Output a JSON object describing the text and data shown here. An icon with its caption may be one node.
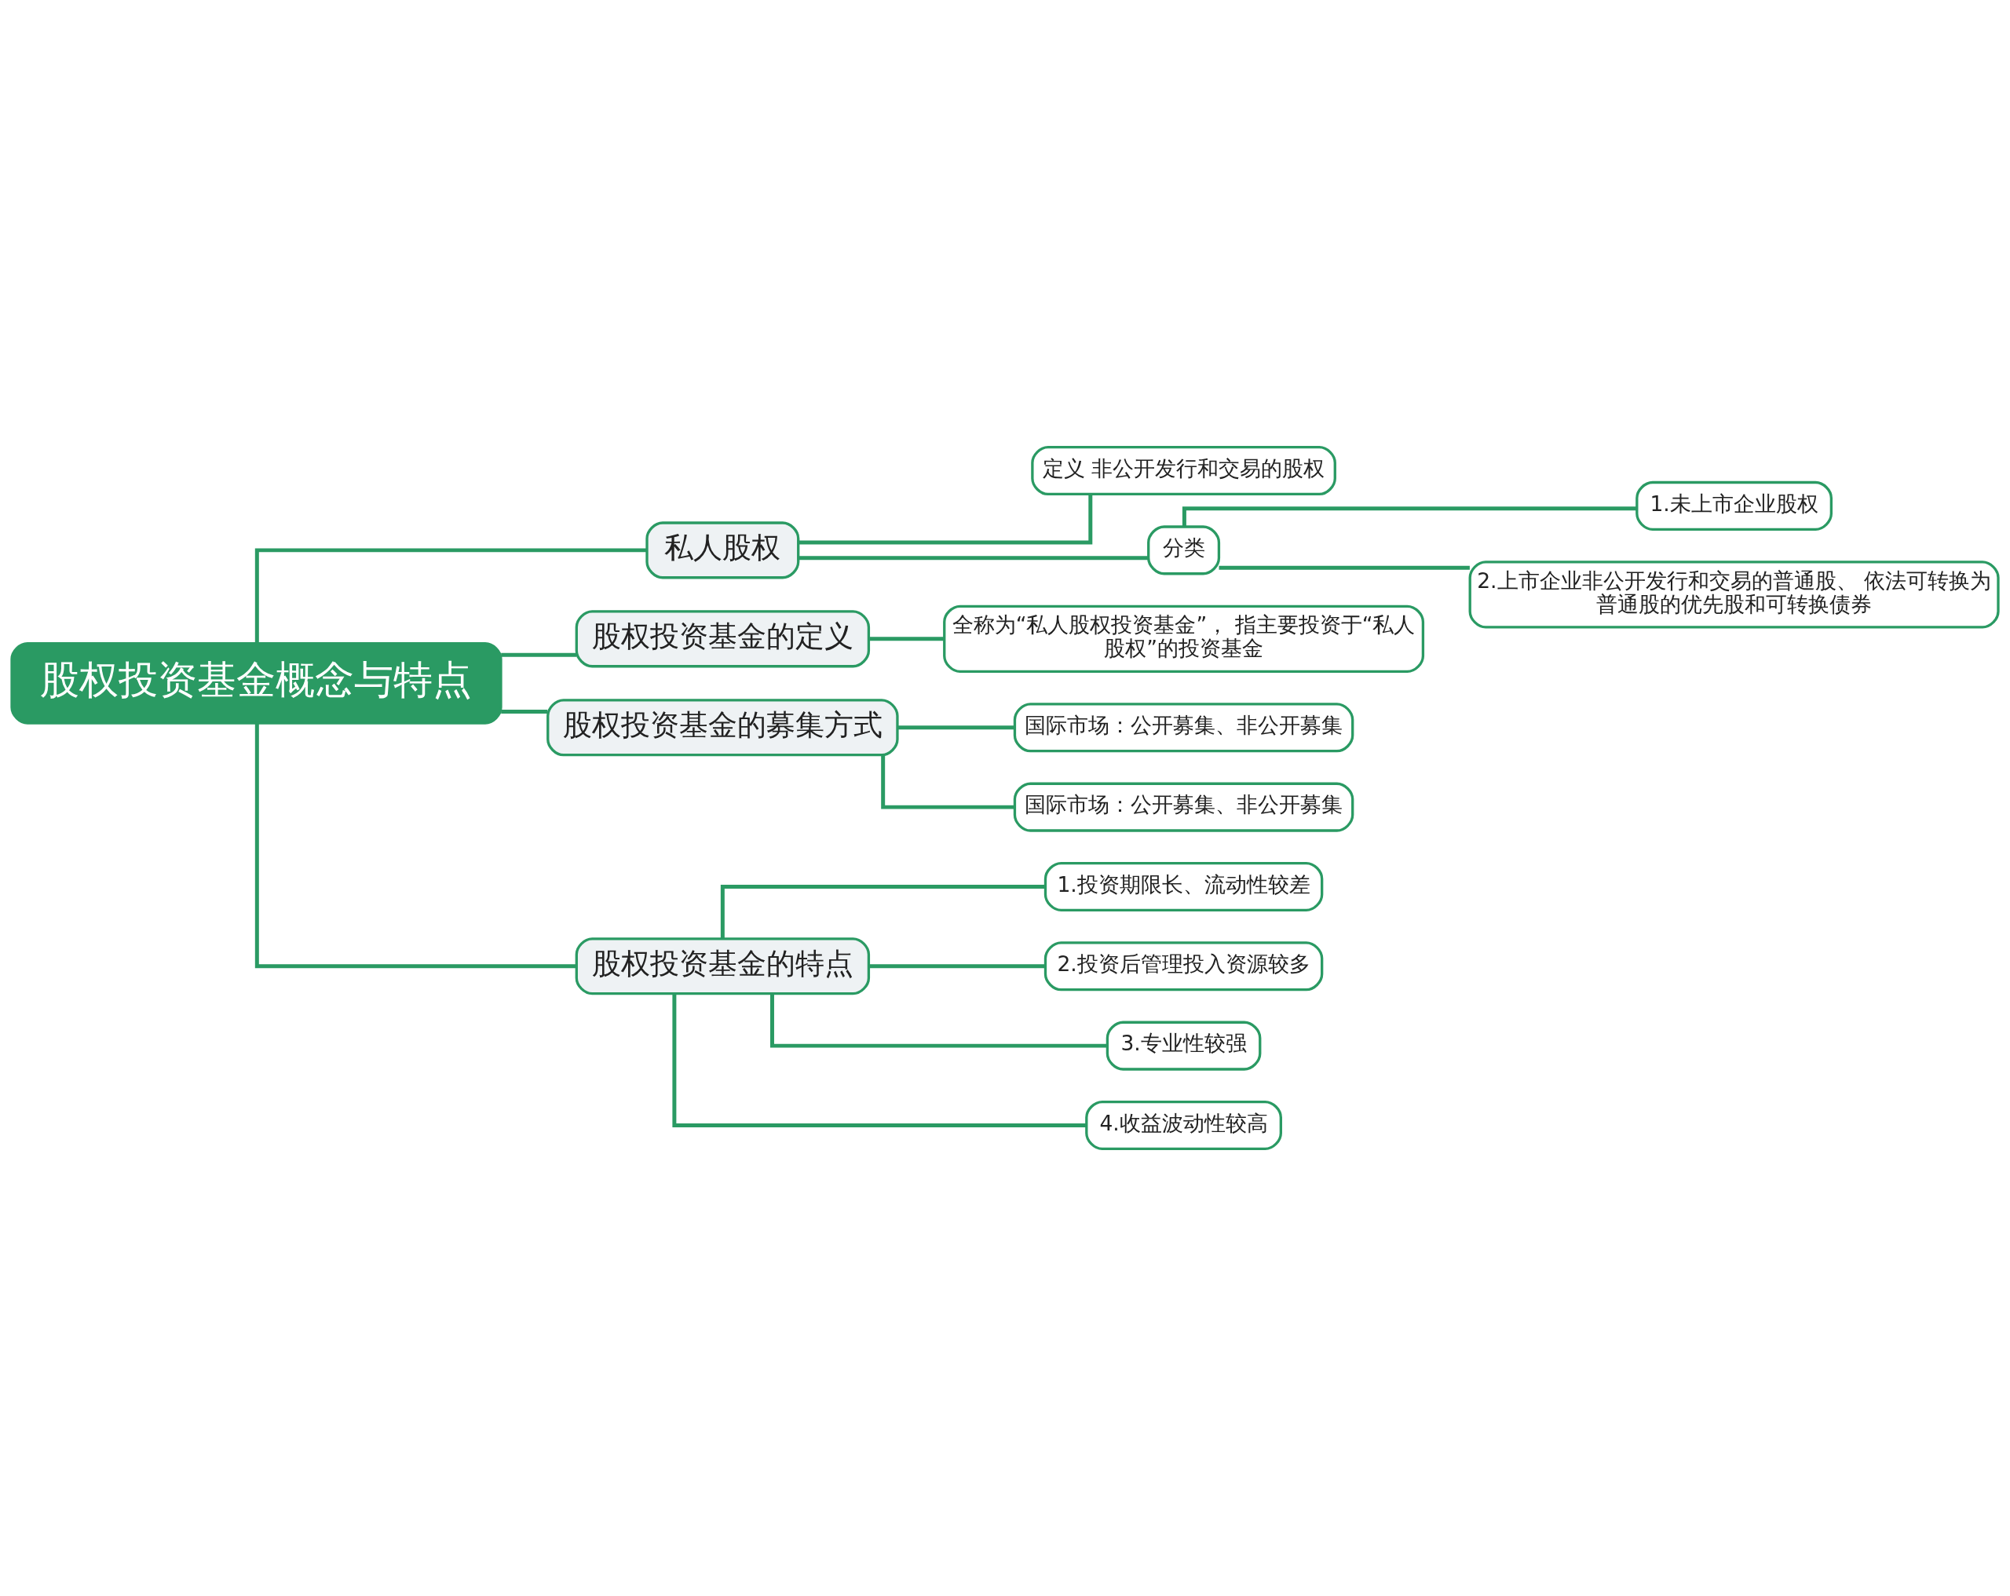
{
  "diagram": {
    "nodes": [
      {
        "text": [
          "股权投资基金概念与特点"
        ]
      },
      {
        "text": [
          "私人股权"
        ]
      },
      {
        "text": [
          "定义 非公开发行和交易的股权"
        ]
      },
      {
        "text": [
          "分类"
        ]
      },
      {
        "text": [
          "1.未上市企业股权"
        ]
      },
      {
        "text": [
          "2.上市企业非公开发行和交易的普通股、 依法可转换为普通股的优先股和可转换债券"
        ]
      },
      {
        "text": [
          "股权投资基金的定义"
        ]
      },
      {
        "text": [
          "全称为“私人股权投资基金”， 指主要投资于“私人股权”的投资基金"
        ]
      },
      {
        "text": [
          "股权投资基金的募集方式"
        ]
      },
      {
        "text": [
          "国际市场：公开募集、非公开募集"
        ]
      },
      {
        "text": [
          "国际市场：公开募集、非公开募集"
        ]
      },
      {
        "text": [
          "股权投资基金的特点"
        ]
      },
      {
        "text": [
          "1.投资期限长、流动性较差"
        ]
      },
      {
        "text": [
          "2.投资后管理投入资源较多"
        ]
      },
      {
        "text": [
          "3.专业性较强"
        ]
      },
      {
        "text": [
          "4.收益波动性较高"
        ]
      }
    ],
    "edges": [
      {
        "from": 0,
        "to": 1,
        "arrow": "none"
      },
      {
        "from": 1,
        "to": 2,
        "arrow": "none"
      },
      {
        "from": 1,
        "to": 3,
        "arrow": "none"
      },
      {
        "from": 3,
        "to": 4,
        "arrow": "none"
      },
      {
        "from": 3,
        "to": 5,
        "arrow": "none"
      },
      {
        "from": 0,
        "to": 6,
        "arrow": "none"
      },
      {
        "from": 6,
        "to": 7,
        "arrow": "none"
      },
      {
        "from": 0,
        "to": 8,
        "arrow": "none"
      },
      {
        "from": 8,
        "to": 9,
        "arrow": "none"
      },
      {
        "from": 8,
        "to": 10,
        "arrow": "none"
      },
      {
        "from": 0,
        "to": 11,
        "arrow": "none"
      },
      {
        "from": 11,
        "to": 12,
        "arrow": "none"
      },
      {
        "from": 11,
        "to": 13,
        "arrow": "none"
      },
      {
        "from": 11,
        "to": 14,
        "arrow": "none"
      },
      {
        "from": 11,
        "to": 15,
        "arrow": "none"
      }
    ]
  }
}
